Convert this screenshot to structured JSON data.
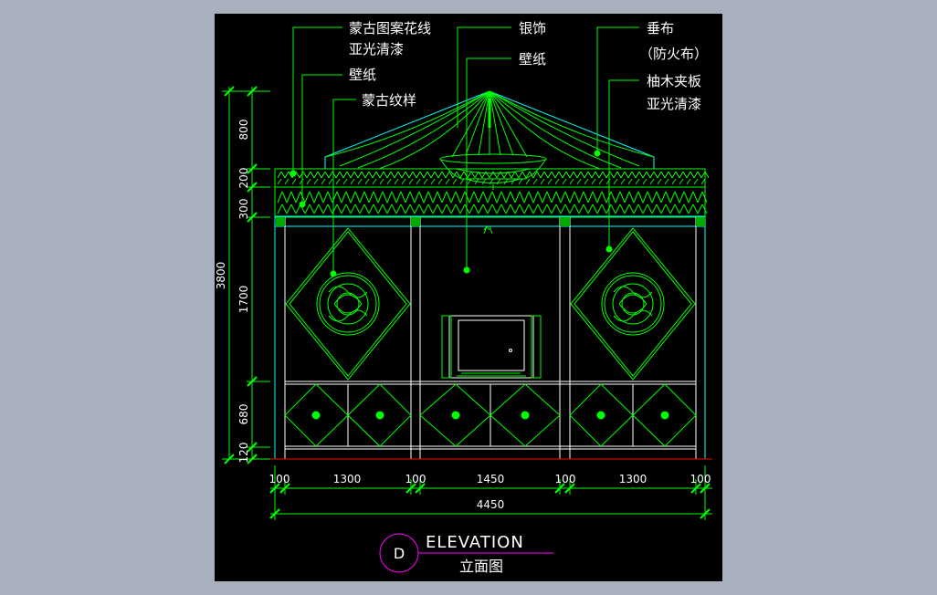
{
  "annotations": {
    "mongolian_pattern_line": "蒙古图案花线",
    "matte_varnish_1": "亚光清漆",
    "wallpaper_left": "壁纸",
    "mongolian_motif": "蒙古纹样",
    "silver_ornament": "银饰",
    "wallpaper_center": "壁纸",
    "drape_cloth": "垂布",
    "fireproof_cloth": "（防火布）",
    "teak_plywood": "柚木夹板",
    "matte_varnish_2": "亚光清漆"
  },
  "vertical_dims": {
    "total": "3800",
    "d1": "800",
    "d2": "200",
    "d3": "300",
    "d4": "1700",
    "d5": "680",
    "d6": "120"
  },
  "horizontal_dims": {
    "h1": "100",
    "h2": "1300",
    "h3": "100",
    "h4": "1450",
    "h5": "100",
    "h6": "1300",
    "h7": "100",
    "total": "4450"
  },
  "title_block": {
    "marker": "D",
    "title": "ELEVATION",
    "subtitle": "立面图"
  },
  "colors": {
    "background": "#000000",
    "green": "#00ff00",
    "cyan": "#00ffff",
    "white": "#ffffff",
    "red": "#ff0000",
    "magenta": "#ff00ff",
    "viewport": "#a8b0be"
  }
}
